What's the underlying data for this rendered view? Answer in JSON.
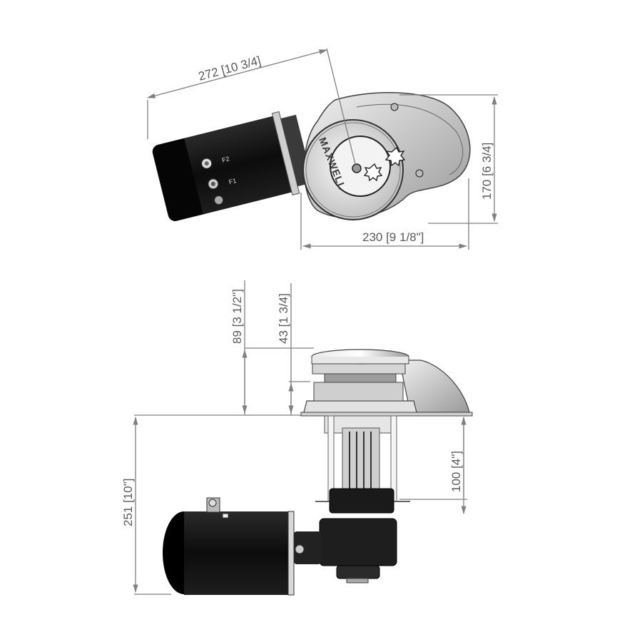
{
  "drawing": {
    "brand_label": "MAXWELL",
    "line_color": "#808080",
    "text_color": "#5a5a5a",
    "motor_color": "#111111",
    "housing_color": "#d9d9d9"
  },
  "top_view": {
    "dimensions": {
      "overall_length": "272 [10 3/4]",
      "depth": "170 [6 3/4]",
      "width": "230 [9 1/8\"]"
    },
    "terminal_labels": [
      "F2",
      "F1"
    ]
  },
  "side_view": {
    "dimensions": {
      "above_deck_height": "89 [3 1/2\"]",
      "gypsy_height": "43 [1 3/4]",
      "below_deck_total": "251 [10\"]",
      "shaft_length": "100 [4\"]"
    }
  }
}
